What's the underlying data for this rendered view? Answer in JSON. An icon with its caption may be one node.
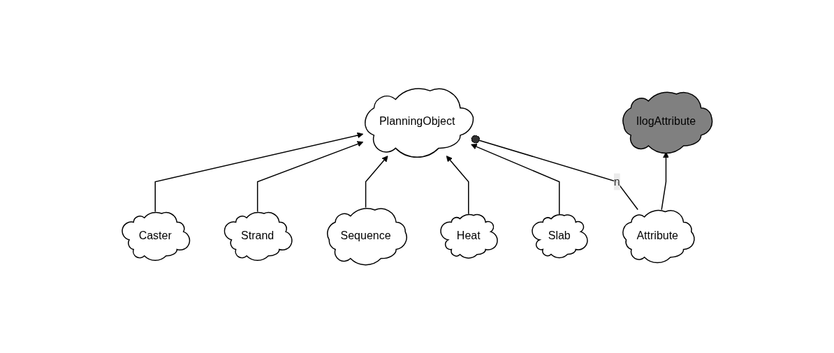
{
  "diagram": {
    "nodes": [
      {
        "text": [
          "PlanningObject"
        ]
      },
      {
        "text": [
          "Attribute"
        ]
      },
      {
        "text": [
          "IlogAttribute"
        ]
      },
      {
        "text": [
          "Slab"
        ]
      },
      {
        "text": [
          "Heat"
        ]
      },
      {
        "text": [
          "Sequence"
        ]
      },
      {
        "text": [
          "Strand"
        ]
      },
      {
        "text": [
          "Caster"
        ]
      }
    ],
    "edges": [
      {
        "from": 1,
        "to": 0,
        "arrow": "other",
        "label": "n"
      },
      {
        "from": 1,
        "to": 2,
        "arrow": "to"
      },
      {
        "from": 3,
        "to": 0,
        "arrow": "to"
      },
      {
        "from": 4,
        "to": 0,
        "arrow": "to"
      },
      {
        "from": 5,
        "to": 0,
        "arrow": "to"
      },
      {
        "from": 6,
        "to": 0,
        "arrow": "to"
      },
      {
        "from": 7,
        "to": 0,
        "arrow": "to"
      }
    ]
  }
}
